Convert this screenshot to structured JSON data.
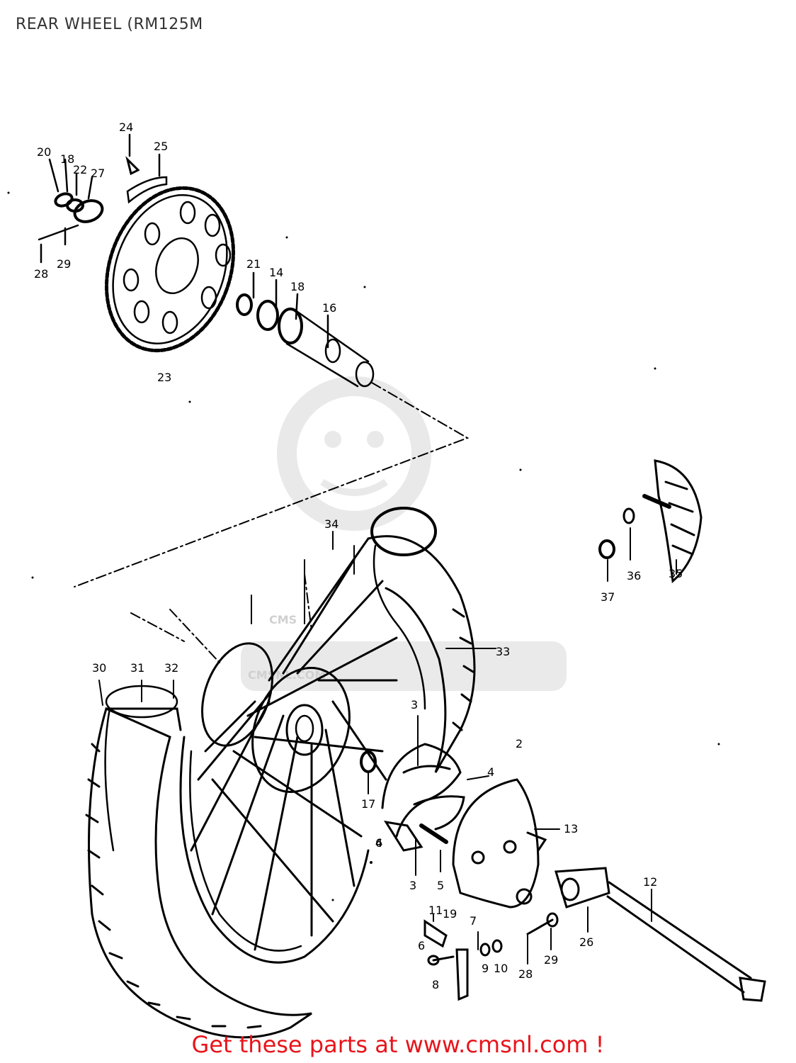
{
  "title": "REAR WHEEL (RM125M",
  "footer": {
    "prefix": "Get these parts at ",
    "link": "www.cmsnl.com",
    "suffix": " !"
  },
  "watermark": {
    "text": "CMS",
    "site": "CMSNL.COM"
  },
  "callouts": [
    "2",
    "3",
    "3",
    "3",
    "4",
    "4",
    "5",
    "5",
    "6",
    "7",
    "8",
    "9",
    "10",
    "11",
    "12",
    "13",
    "14",
    "16",
    "17",
    "18",
    "19",
    "20",
    "21",
    "22",
    "23",
    "24",
    "25",
    "26",
    "27",
    "28",
    "28",
    "29",
    "29",
    "30",
    "31",
    "32",
    "33",
    "34",
    "35",
    "36",
    "37"
  ]
}
